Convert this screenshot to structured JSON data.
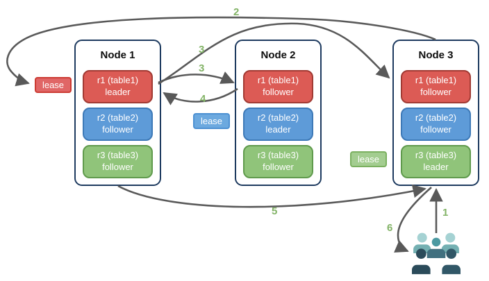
{
  "diagram": {
    "nodes": [
      {
        "title": "Node 1",
        "replicas": [
          {
            "name": "r1 (table1)",
            "role": "leader",
            "color": "red"
          },
          {
            "name": "r2 (table2)",
            "role": "follower",
            "color": "blue"
          },
          {
            "name": "r3 (table3)",
            "role": "follower",
            "color": "green"
          }
        ]
      },
      {
        "title": "Node 2",
        "replicas": [
          {
            "name": "r1 (table1)",
            "role": "follower",
            "color": "red"
          },
          {
            "name": "r2 (table2)",
            "role": "leader",
            "color": "blue"
          },
          {
            "name": "r3 (table3)",
            "role": "follower",
            "color": "green"
          }
        ]
      },
      {
        "title": "Node 3",
        "replicas": [
          {
            "name": "r1 (table1)",
            "role": "follower",
            "color": "red"
          },
          {
            "name": "r2 (table2)",
            "role": "follower",
            "color": "blue"
          },
          {
            "name": "r3 (table3)",
            "role": "leader",
            "color": "green"
          }
        ]
      }
    ],
    "leases": [
      {
        "label": "lease",
        "color": "red"
      },
      {
        "label": "lease",
        "color": "blue"
      },
      {
        "label": "lease",
        "color": "green"
      }
    ],
    "step_labels": {
      "s1": "1",
      "s2": "2",
      "s3a": "3",
      "s3b": "3",
      "s4": "4",
      "s5": "5",
      "s6": "6"
    },
    "icons": {
      "users_group": "users-group-icon"
    },
    "colors": {
      "node_border": "#1d3a5f",
      "replica_red": "#dc5b55",
      "replica_red_border": "#a13a33",
      "replica_blue": "#5e9bd8",
      "replica_blue_border": "#3d79b7",
      "replica_green": "#90c47a",
      "replica_green_border": "#5f9a4c",
      "lease_red": "#e06666",
      "lease_red_border": "#cc3b33",
      "lease_blue": "#6ca9df",
      "lease_blue_border": "#4c90d2",
      "lease_green": "#a3cd90",
      "lease_green_border": "#7ab05f",
      "arrow_gray": "#595959",
      "step_green": "#82b366",
      "users_light_head": "#a5d2d3",
      "users_light_body": "#74b0b2",
      "users_teal_head": "#4b99a1",
      "users_teal_body": "#41707f",
      "users_dark_left": "#2b4b5a",
      "users_dark_right": "#315767"
    }
  }
}
